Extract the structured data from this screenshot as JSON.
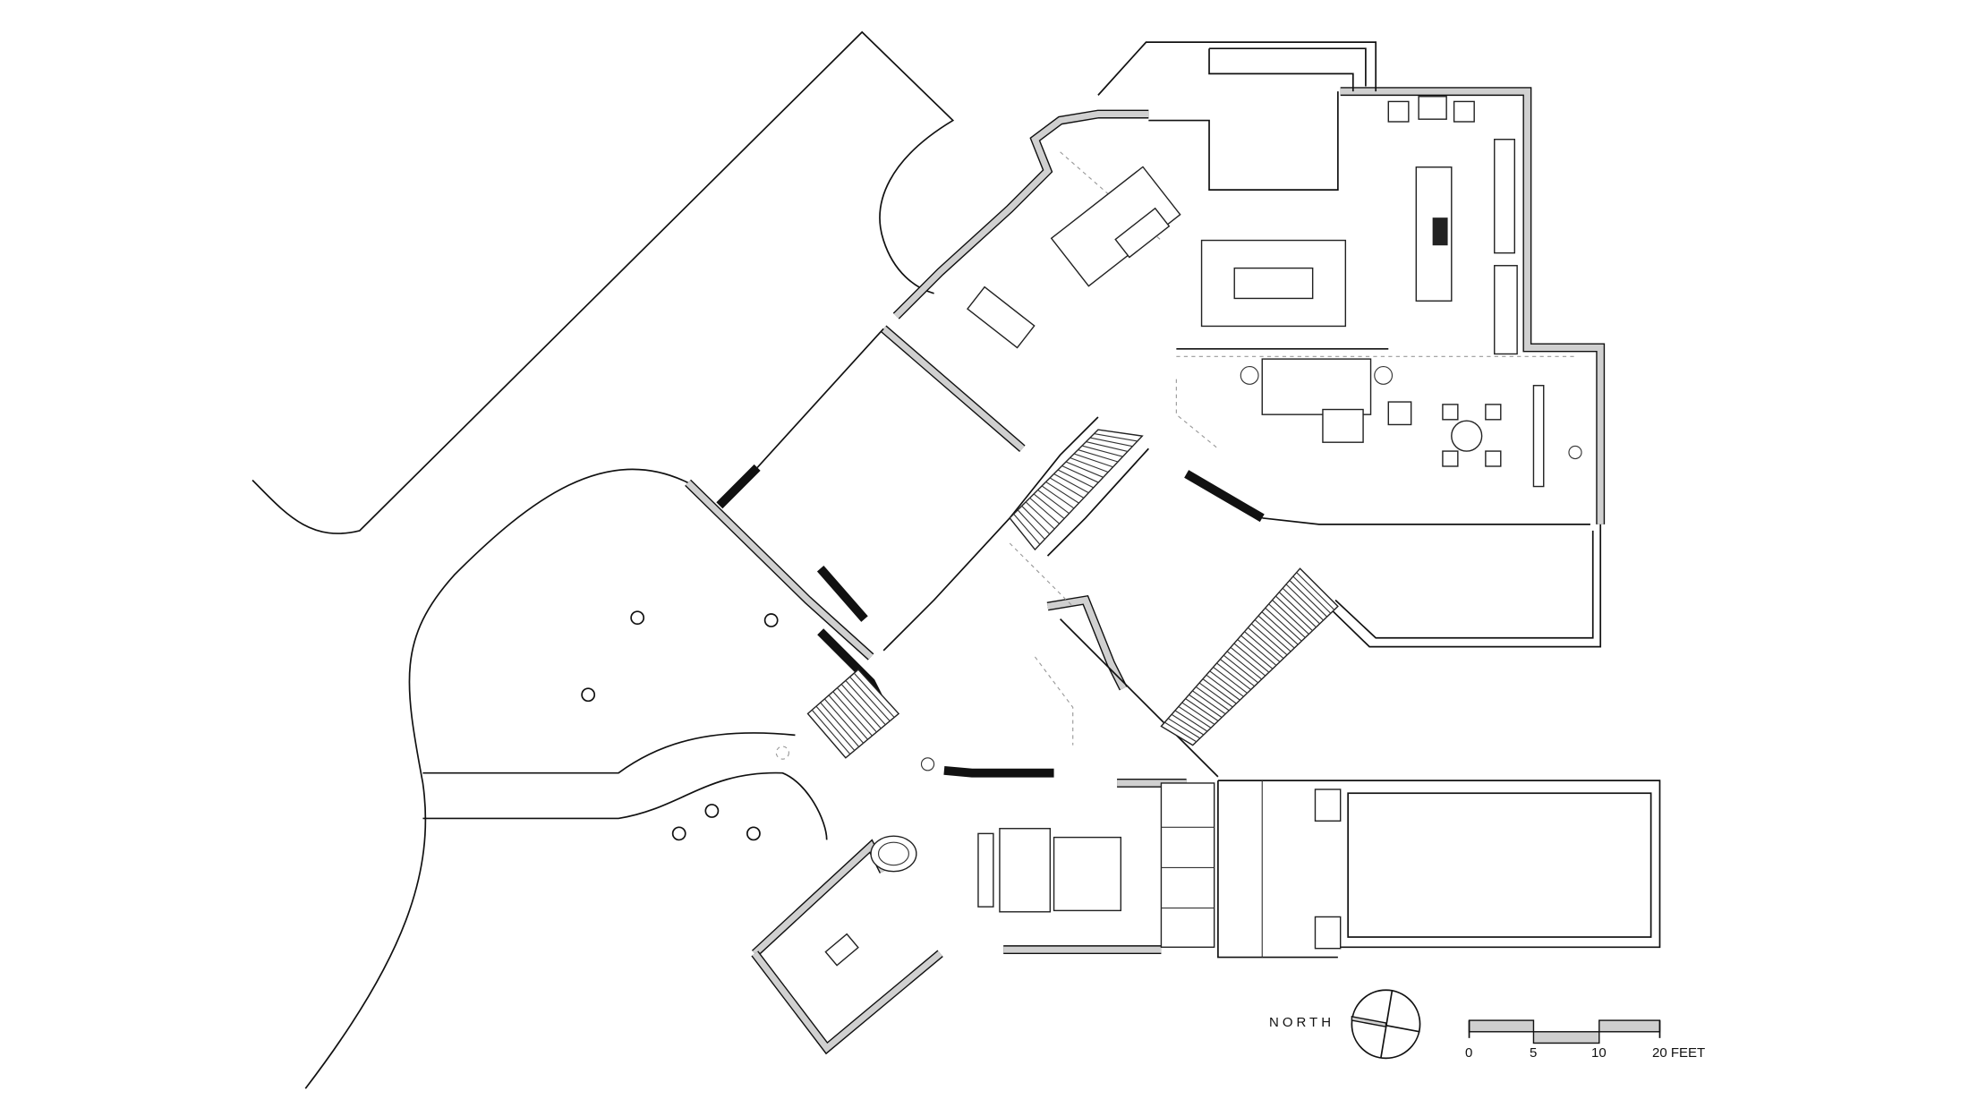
{
  "plan": {
    "north_label": "NORTH",
    "scale_bar": {
      "ticks": [
        "0",
        "5",
        "10",
        "20 FEET"
      ],
      "colors": {
        "bar_fill": "#cfcfcf",
        "line": "#111111"
      }
    }
  }
}
